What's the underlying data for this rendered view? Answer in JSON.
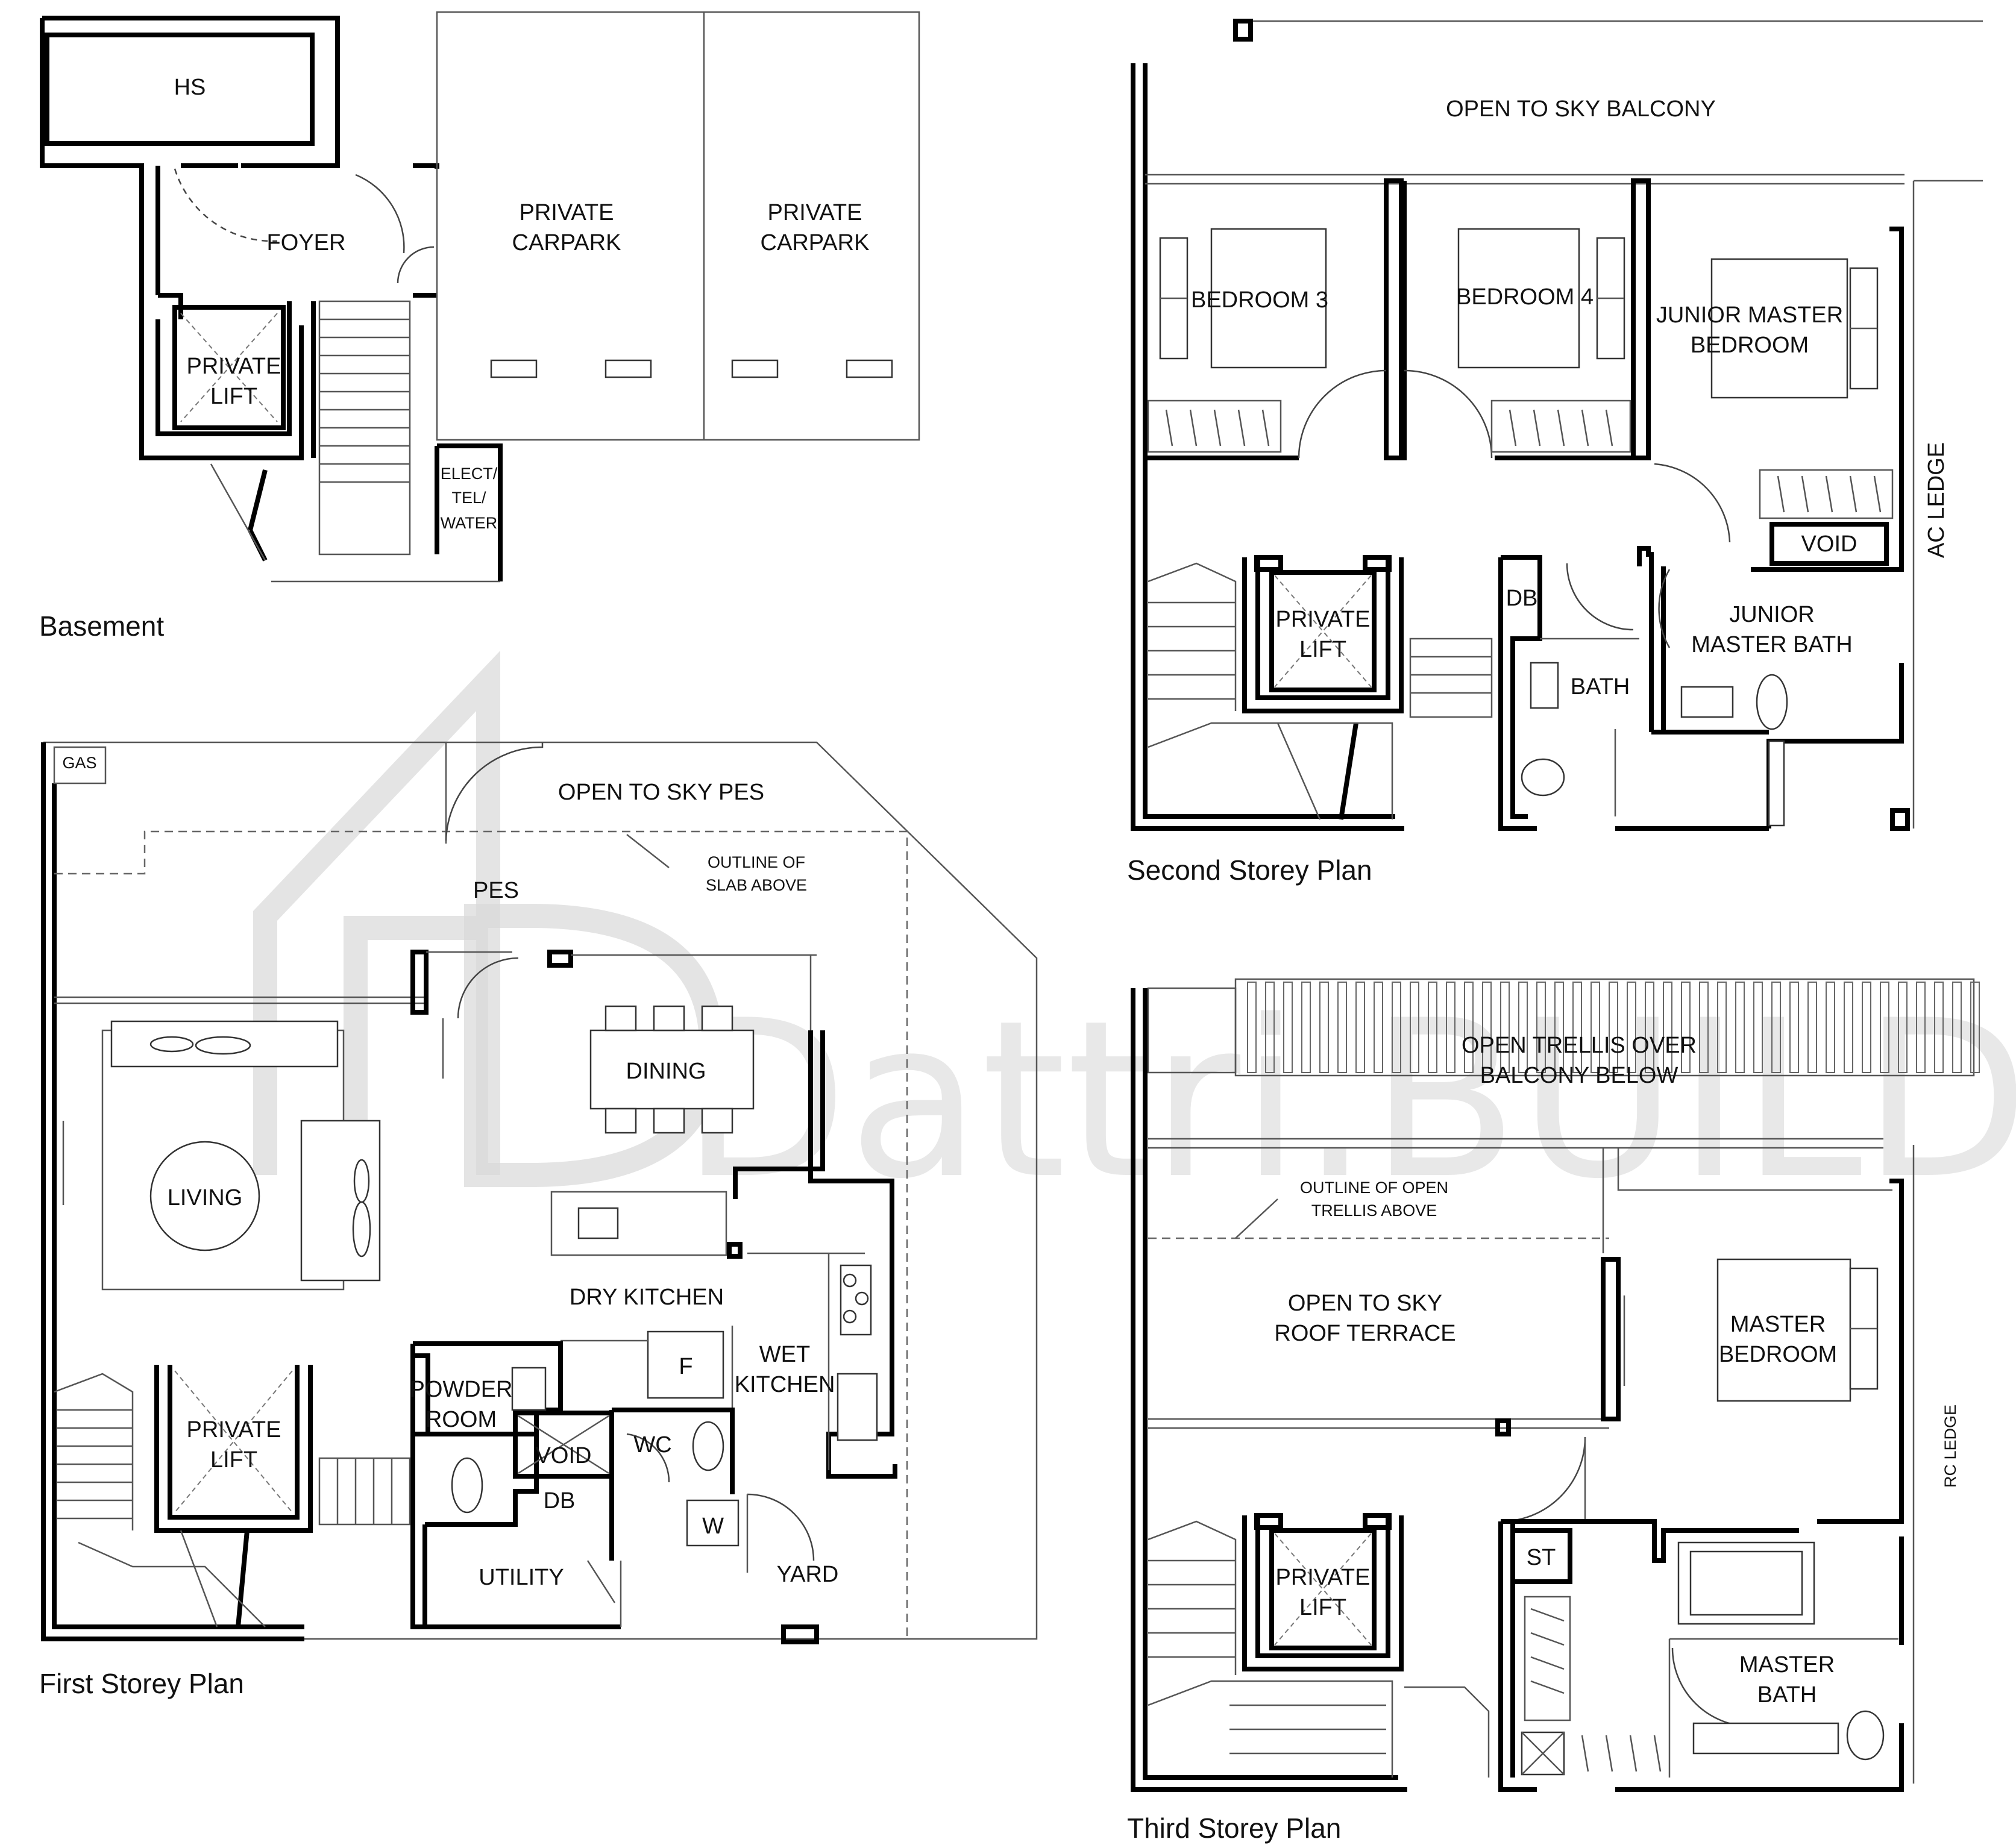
{
  "watermark": {
    "brand": "Dattri.BUILD"
  },
  "basement": {
    "title": "Basement",
    "rooms": {
      "hs": "HS",
      "foyer": "FOYER",
      "lift_line1": "PRIVATE",
      "lift_line2": "LIFT",
      "carpark1_line1": "PRIVATE",
      "carpark1_line2": "CARPARK",
      "carpark2_line1": "PRIVATE",
      "carpark2_line2": "CARPARK",
      "elect_line1": "ELECT/",
      "elect_line2": "TEL/",
      "elect_line3": "WATER"
    }
  },
  "first_storey": {
    "title": "First Storey Plan",
    "rooms": {
      "gas": "GAS",
      "pes_open": "OPEN TO SKY PES",
      "outline_line1": "OUTLINE OF",
      "outline_line2": "SLAB ABOVE",
      "pes": "PES",
      "dining": "DINING",
      "living": "LIVING",
      "dry_kitchen": "DRY KITCHEN",
      "fridge": "F",
      "wet_line1": "WET",
      "wet_line2": "KITCHEN",
      "powder_line1": "POWDER",
      "powder_line2": "ROOM",
      "void": "VOID",
      "wc": "WC",
      "db": "DB",
      "washer": "W",
      "utility": "UTILITY",
      "yard": "YARD",
      "lift_line1": "PRIVATE",
      "lift_line2": "LIFT"
    }
  },
  "second_storey": {
    "title": "Second Storey Plan",
    "rooms": {
      "balcony": "OPEN TO SKY BALCONY",
      "bedroom3": "BEDROOM 3",
      "bedroom4": "BEDROOM 4",
      "jm_bed_line1": "JUNIOR MASTER",
      "jm_bed_line2": "BEDROOM",
      "ac_ledge": "AC LEDGE",
      "void": "VOID",
      "db": "DB",
      "jm_bath_line1": "JUNIOR",
      "jm_bath_line2": "MASTER BATH",
      "bath": "BATH",
      "lift_line1": "PRIVATE",
      "lift_line2": "LIFT"
    }
  },
  "third_storey": {
    "title": "Third Storey Plan",
    "rooms": {
      "trellis_line1": "OPEN TRELLIS OVER",
      "trellis_line2": "BALCONY  BELOW",
      "outline_line1": "OUTLINE OF OPEN",
      "outline_line2": "TRELLIS ABOVE",
      "terrace_line1": "OPEN TO SKY",
      "terrace_line2": "ROOF TERRACE",
      "master_bed_line1": "MASTER",
      "master_bed_line2": "BEDROOM",
      "rc_ledge": "RC LEDGE",
      "st": "ST",
      "master_bath_line1": "MASTER",
      "master_bath_line2": "BATH",
      "lift_line1": "PRIVATE",
      "lift_line2": "LIFT"
    }
  }
}
